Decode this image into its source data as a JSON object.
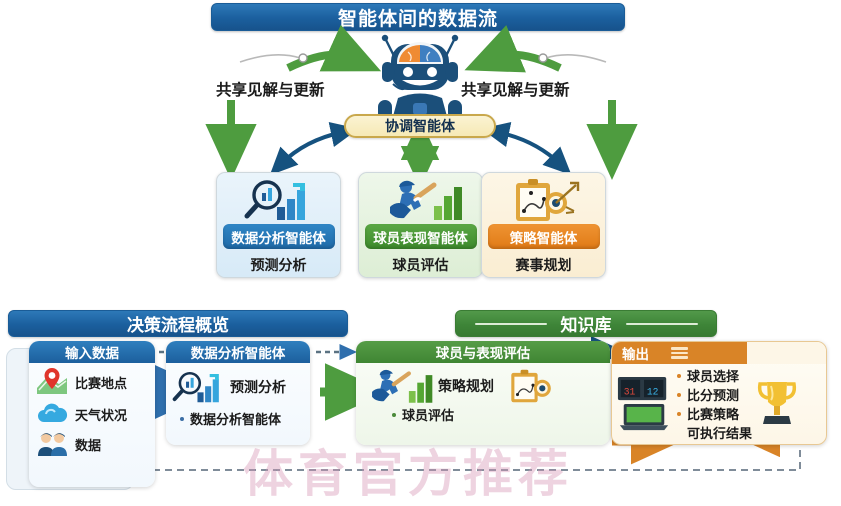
{
  "top": {
    "title": "智能体间的数据流",
    "share_label_left": "共享见解与更新",
    "share_label_right": "共享见解与更新",
    "coordinator": "协调智能体",
    "robot_icon": "robot-brain-icon",
    "cards": [
      {
        "title": "数据分析智能体",
        "subtitle": "预测分析",
        "icon": "magnifier-bar-chart-icon",
        "color": "#1f6aa8"
      },
      {
        "title": "球员表现智能体",
        "subtitle": "球员评估",
        "icon": "batter-bar-chart-icon",
        "color": "#3d8a2c"
      },
      {
        "title": "策略智能体",
        "subtitle": "赛事规划",
        "icon": "clipboard-target-icon",
        "color": "#e07a16"
      }
    ]
  },
  "bottom": {
    "banner_process": "决策流程概览",
    "banner_knowledge": "知识库",
    "input": {
      "header": "输入数据",
      "rows": [
        {
          "label": "比赛地点",
          "icon": "map-pin-icon"
        },
        {
          "label": "天气状况",
          "icon": "cloud-icon"
        },
        {
          "label": "数据",
          "icon": "people-icon"
        }
      ]
    },
    "analysis": {
      "header": "数据分析智能体",
      "main": "预测分析",
      "bullet": "数据分析智能体",
      "icon": "magnifier-bar-chart-icon"
    },
    "evaluation": {
      "header": "球员与表现评估",
      "main": "策略规划",
      "bullet": "球员评估",
      "icon_left": "batter-bar-chart-icon",
      "icon_right": "clipboard-target-icon"
    },
    "output": {
      "header": "输出",
      "menu_icon": "hamburger-icon",
      "items": [
        "球员选择",
        "比分预测",
        "比赛策略"
      ],
      "footer": "可执行结果",
      "icon_left": "scoreboard-laptop-icon",
      "icon_right": "trophy-icon"
    }
  },
  "watermark": "体育官方推荐",
  "colors": {
    "blue": "#1b5f9e",
    "green": "#3e8538",
    "orange": "#d98427",
    "yellow_box": "#f6e9b6",
    "arrow_green": "#4e9c3f",
    "arrow_navy": "#16527f"
  }
}
